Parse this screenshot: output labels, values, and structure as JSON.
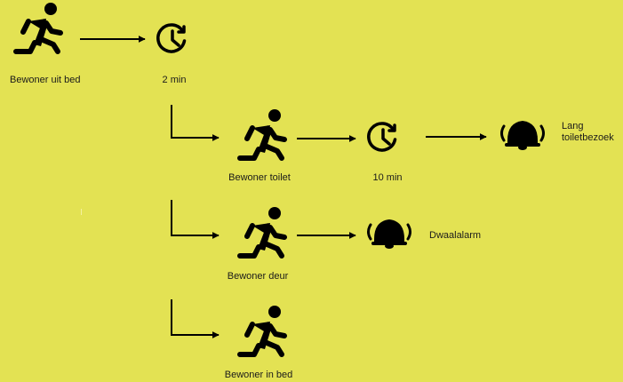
{
  "colors": {
    "background": "#e3e253",
    "ink": "#000000"
  },
  "icons": {
    "person": "running-person-icon",
    "timer": "clock-timer-icon",
    "alarm": "alarm-bell-icon"
  },
  "nodes": {
    "out_of_bed": "Bewoner uit bed",
    "wait_2": "2 min",
    "toilet": "Bewoner toilet",
    "wait_10": "10 min",
    "long_toilet_line1": "Lang",
    "long_toilet_line2": "toiletbezoek",
    "door": "Bewoner deur",
    "wander_alarm": "Dwaalalarm",
    "in_bed": "Bewoner in bed"
  }
}
